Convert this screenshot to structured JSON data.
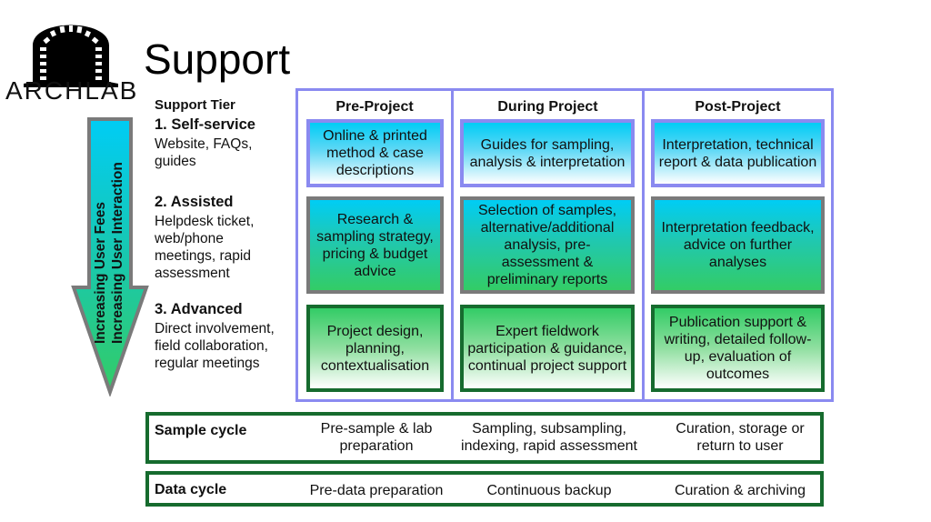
{
  "logo": {
    "text": "ARCHLAB",
    "icon": "arch-icon"
  },
  "title": "Support",
  "tiers": {
    "label": "Support Tier",
    "items": [
      {
        "title": "1. Self-service",
        "lines": [
          "Website, FAQs,",
          "guides"
        ]
      },
      {
        "title": "2. Assisted",
        "lines": [
          "Helpdesk ticket,",
          "web/phone",
          "meetings, rapid",
          "assessment"
        ]
      },
      {
        "title": "3. Advanced",
        "lines": [
          "Direct involvement,",
          "field collaboration,",
          "regular meetings"
        ]
      }
    ]
  },
  "arrow": {
    "line1": "Increasing User Fees",
    "line2": "Increasing User Interaction",
    "colors": {
      "top": "#00ccf5",
      "bottom": "#33cc66",
      "border": "#7a7a7a"
    }
  },
  "matrix": {
    "columns": [
      "Pre-Project",
      "During Project",
      "Post-Project"
    ],
    "rows": [
      [
        "Online & printed method & case descriptions",
        "Guides for sampling, analysis & interpretation",
        "Interpretation, technical report & data publication"
      ],
      [
        "Research & sampling strategy, pricing & budget advice",
        "Selection of samples, alternative/additional analysis, pre-assessment & preliminary reports",
        "Interpretation feedback, advice on further analyses"
      ],
      [
        "Project design, planning, contextualisation",
        "Expert fieldwork participation & guidance, continual project support",
        "Publication support & writing, detailed follow-up, evaluation of outcomes"
      ]
    ],
    "colors": {
      "frame": "#8a8af0",
      "tier1_border": "#8a8af0",
      "tier2_border": "#7a7a7a",
      "tier3_border": "#166b2e"
    }
  },
  "cycles": [
    {
      "label": "Sample cycle",
      "items": [
        "Pre-sample & lab preparation",
        "Sampling, subsampling, indexing, rapid assessment",
        "Curation, storage or return to user"
      ]
    },
    {
      "label": "Data cycle",
      "items": [
        "Pre-data preparation",
        "Continuous backup",
        "Curation & archiving"
      ]
    }
  ]
}
